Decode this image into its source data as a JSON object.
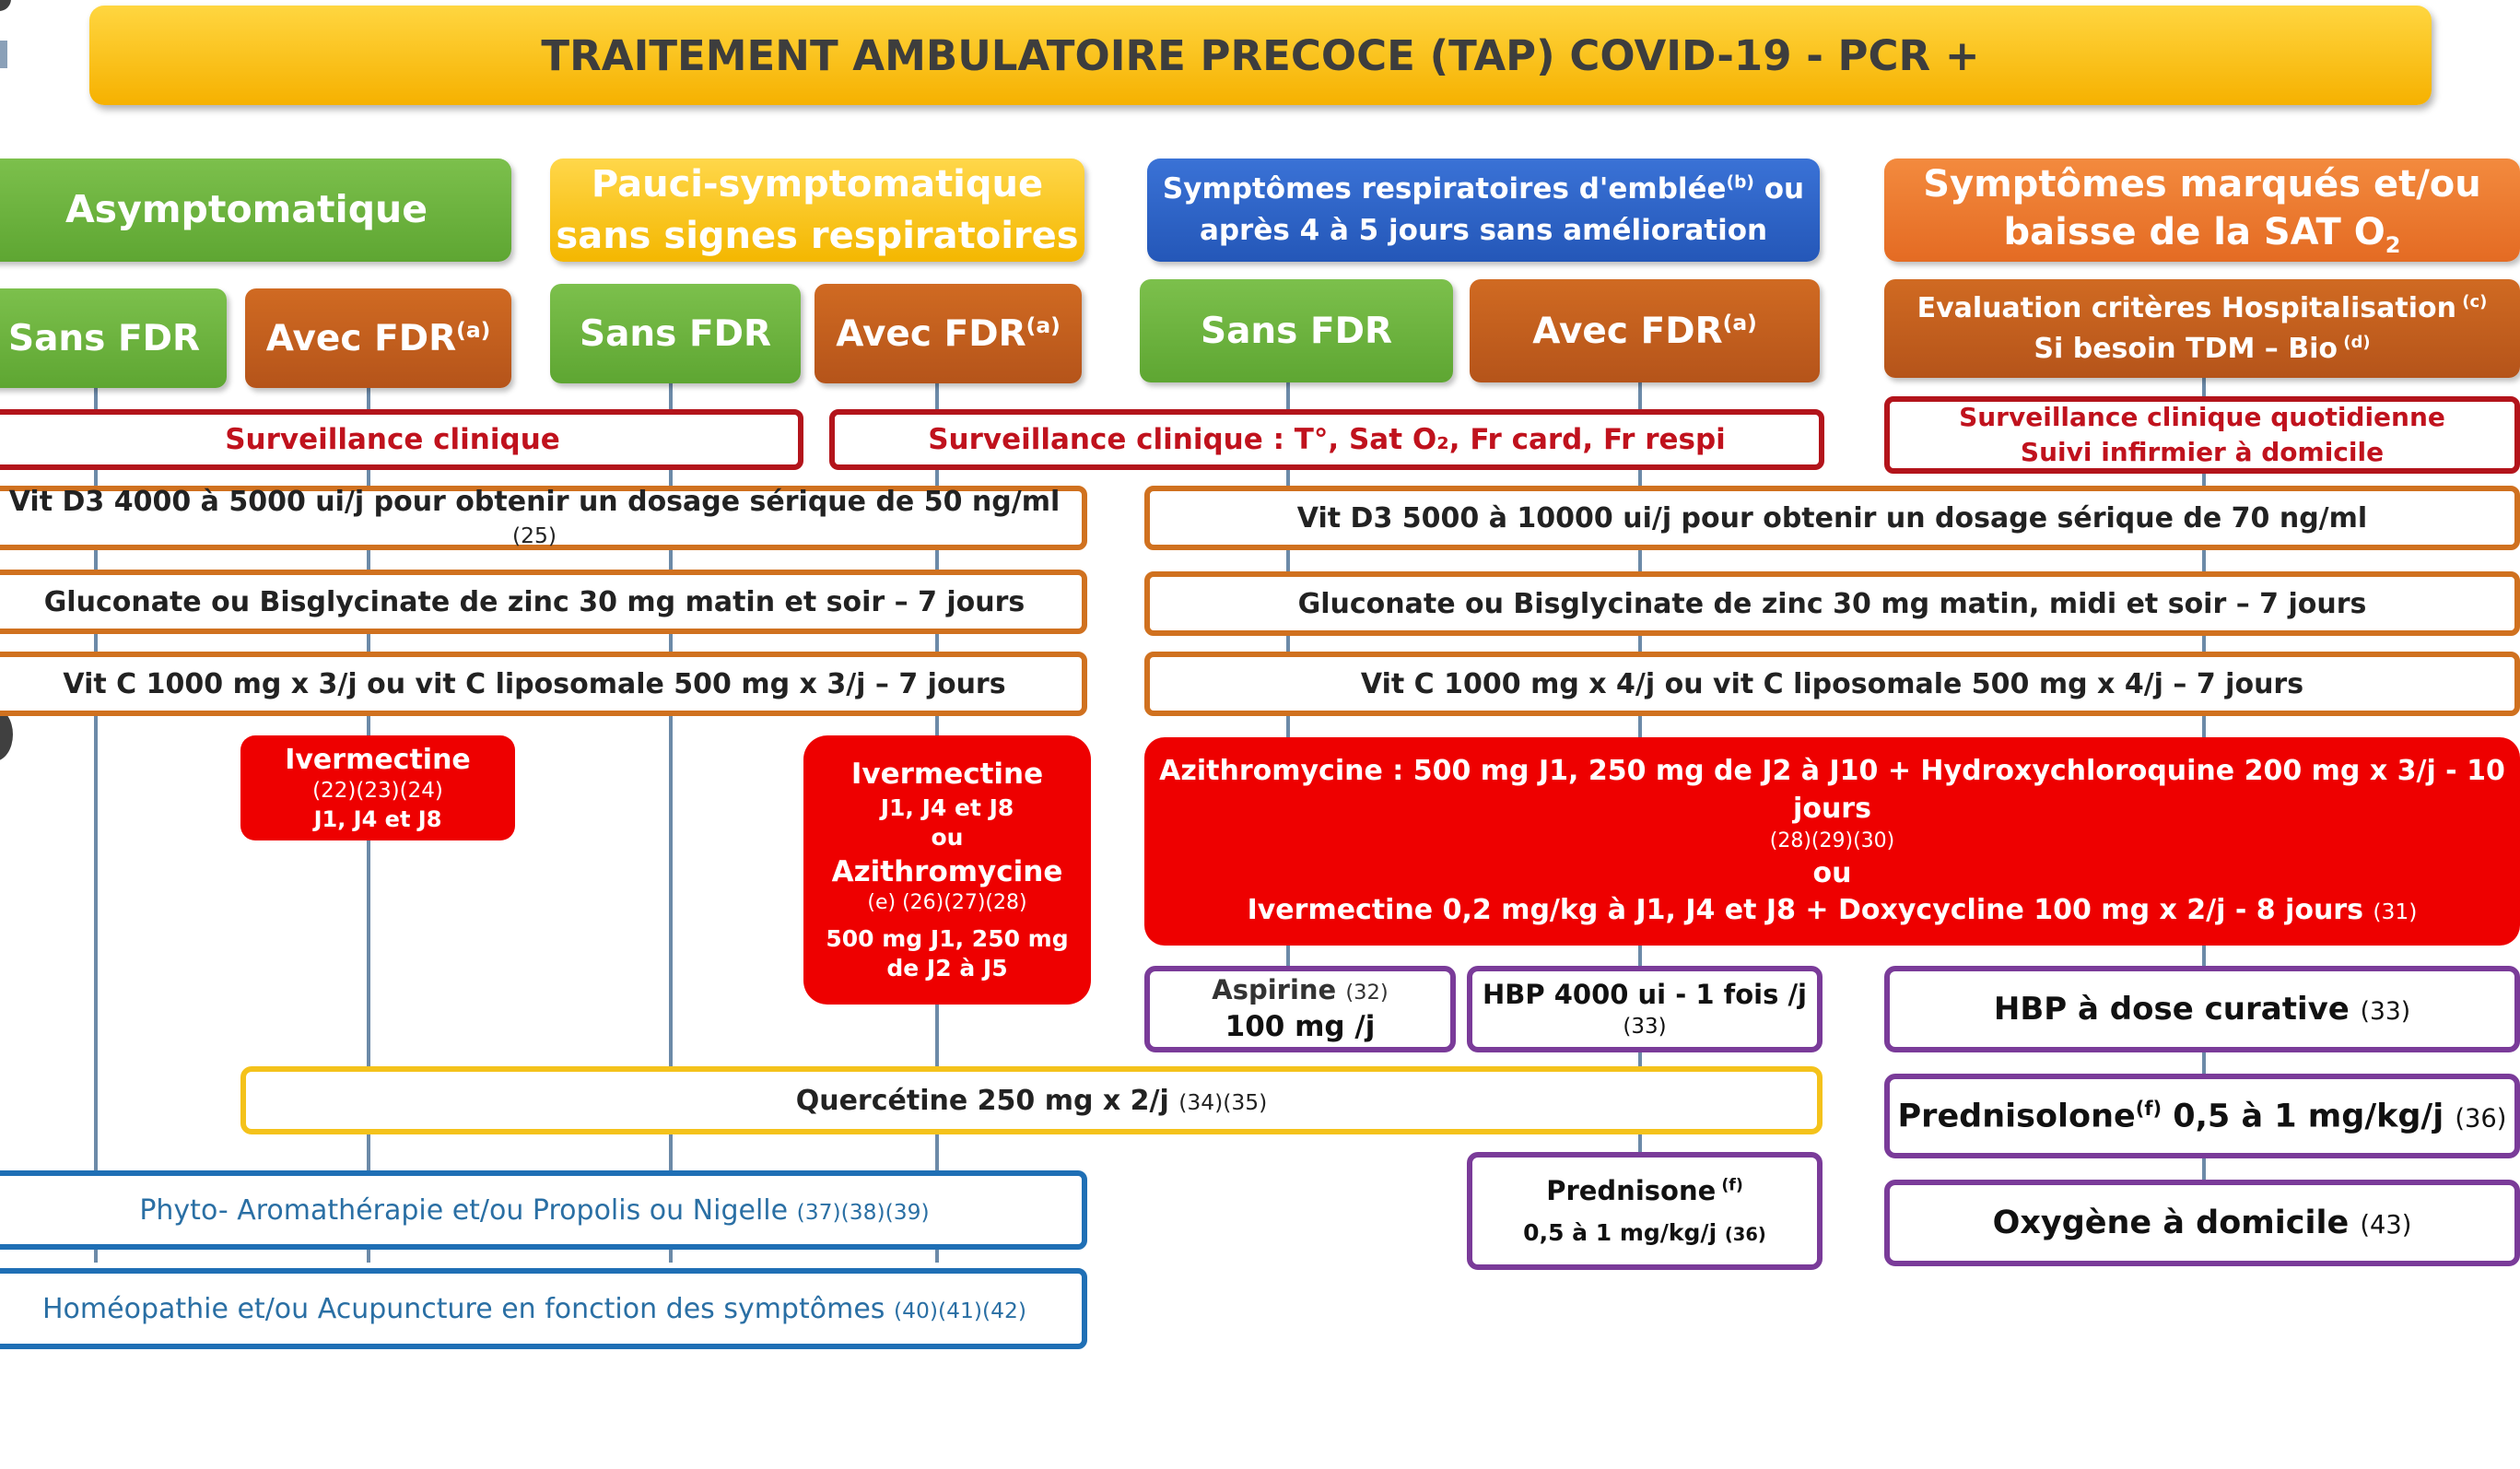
{
  "title": "TRAITEMENT AMBULATOIRE PRECOCE (TAP) COVID-19 - PCR +",
  "colors": {
    "green": "#6db33f",
    "orange": "#c0601e",
    "yellow": "#f8c51a",
    "blue": "#2f66c8",
    "light_orange": "#ec7a2e",
    "red": "#ee0000",
    "purple": "#7a3b99",
    "connector": "#6c8aa8"
  },
  "groups": {
    "asymptomatique": "Asymptomatique",
    "pauci_line1": "Pauci-symptomatique",
    "pauci_line2": "sans signes respiratoires",
    "resp_line1": "Symptômes respiratoires d'emblée",
    "resp_sup": "(b)",
    "resp_ou": " ou",
    "resp_line2": "après 4 à 5 jours sans amélioration",
    "marques_line1": "Symptômes marqués et/ou",
    "marques_line2": "baisse de la SAT O",
    "marques_sub": "2"
  },
  "subgroups": {
    "sans_fdr": "Sans FDR",
    "avec_fdr": "Avec FDR",
    "sup_a": "(a)",
    "eval_line1": "Evaluation critères Hospitalisation",
    "eval_sup1": " (c)",
    "eval_line2": "Si besoin TDM – Bio",
    "eval_sup2": " (d)"
  },
  "surveillance": {
    "left": "Surveillance clinique",
    "middle": "Surveillance clinique : T°, Sat O₂, Fr card, Fr respi",
    "right_line1": "Surveillance clinique quotidienne",
    "right_line2": "Suivi infirmier à domicile"
  },
  "vitd3": {
    "left_text": "Vit D3 4000 à 5000 ui/j pour obtenir un dosage sérique de 50 ng/ml ",
    "left_ref": "(25)",
    "right_text": "Vit D3 5000 à 10000 ui/j pour obtenir un dosage sérique de 70 ng/ml"
  },
  "zinc": {
    "left": "Gluconate ou Bisglycinate de zinc 30 mg matin et soir – 7 jours",
    "right": "Gluconate ou Bisglycinate de zinc 30 mg matin, midi et soir – 7 jours"
  },
  "vitc": {
    "left": "Vit C 1000 mg x 3/j ou vit C liposomale 500 mg x 3/j – 7 jours",
    "right": "Vit C 1000 mg x 4/j ou vit C liposomale 500 mg x 4/j – 7 jours"
  },
  "ivermectine_small": {
    "title": "Ivermectine",
    "refs": "(22)(23)(24)",
    "dose": "J1, J4 et J8"
  },
  "pauci_fdr_box": {
    "title1": "Ivermectine",
    "dose1": "J1, J4 et J8",
    "ou": "ou",
    "title2": "Azithromycine",
    "refs2": "(e) (26)(27)(28)",
    "dose2_line1": "500 mg J1, 250 mg",
    "dose2_line2": "de J2 à J5"
  },
  "big_red": {
    "line1": "Azithromycine : 500 mg J1, 250 mg de J2 à J10 + Hydroxychloroquine 200 mg x 3/j - 10 jours",
    "refs1": "(28)(29)(30)",
    "ou": "ou",
    "line2": "Ivermectine 0,2 mg/kg à J1, J4 et J8 +  Doxycycline 100 mg x 2/j - 8 jours ",
    "refs2": "(31)"
  },
  "aspirine": {
    "line1": "Aspirine ",
    "ref": "(32)",
    "line2": "100 mg /j"
  },
  "hbp_preventive": {
    "line1": "HBP 4000 ui - 1 fois /j",
    "ref": "(33)"
  },
  "hbp_curative": {
    "text": "HBP à dose curative ",
    "ref": "(33)"
  },
  "quercetine": {
    "text": "Quercétine 250 mg x 2/j ",
    "ref": "(34)(35)"
  },
  "prednisolone": {
    "text1": "Prednisolone",
    "sup": "(f)",
    "text2": " 0,5 à 1 mg/kg/j ",
    "ref": "(36)"
  },
  "prednisone": {
    "title": "Prednisone",
    "sup": " (f)",
    "dose": "0,5 à 1 mg/kg/j  ",
    "ref": "(36)"
  },
  "oxygene": {
    "text": "Oxygène à domicile ",
    "ref": "(43)"
  },
  "phyto": {
    "text": "Phyto- Aromathérapie et/ou Propolis ou Nigelle ",
    "ref": "(37)(38)(39)"
  },
  "homeo": {
    "text": "Homéopathie  et/ou Acupuncture  en fonction des symptômes  ",
    "ref": "(40)(41)(42)"
  }
}
